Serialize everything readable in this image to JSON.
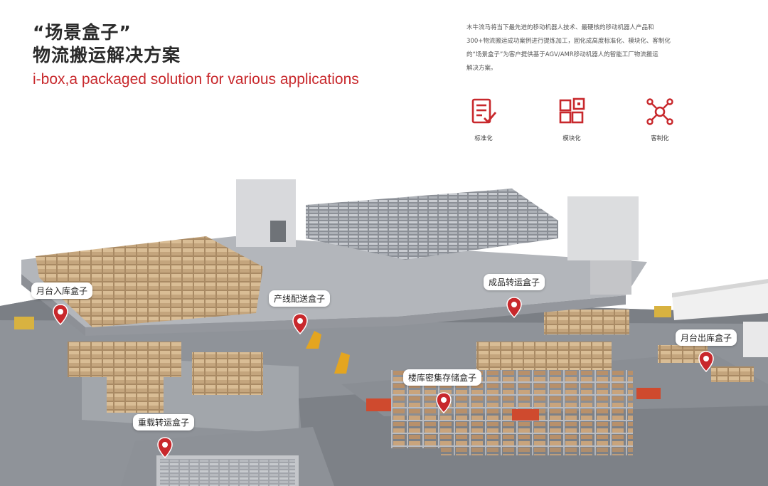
{
  "header": {
    "title_line1": "“场景盒子”",
    "title_line2": "物流搬运解决方案",
    "subtitle_en": "i-box,a packaged solution for various applications"
  },
  "intro": {
    "lines": [
      "木牛流马将当下最先进的移动机器人技术、最硬核的移动机器人产品和",
      "300+物流搬运成功案例进行提炼加工，固化成高度标准化、模块化、客制化",
      "的“场景盒子”为客户提供基于AGV/AMR移动机器人的智能工厂物流搬运",
      "解决方案。"
    ]
  },
  "features": [
    {
      "label": "标准化",
      "icon": "checklist-icon"
    },
    {
      "label": "模块化",
      "icon": "modules-icon"
    },
    {
      "label": "客制化",
      "icon": "network-nodes-icon"
    }
  ],
  "scene": {
    "pins": [
      {
        "label": "月台入库盒子"
      },
      {
        "label": "产线配送盒子"
      },
      {
        "label": "成品转运盒子"
      },
      {
        "label": "月台出库盒子"
      },
      {
        "label": "楼库密集存储盒子"
      },
      {
        "label": "重载转运盒子"
      }
    ]
  },
  "colors": {
    "accent_red": "#c8282c",
    "floor_gray": "#9a9a9a"
  }
}
